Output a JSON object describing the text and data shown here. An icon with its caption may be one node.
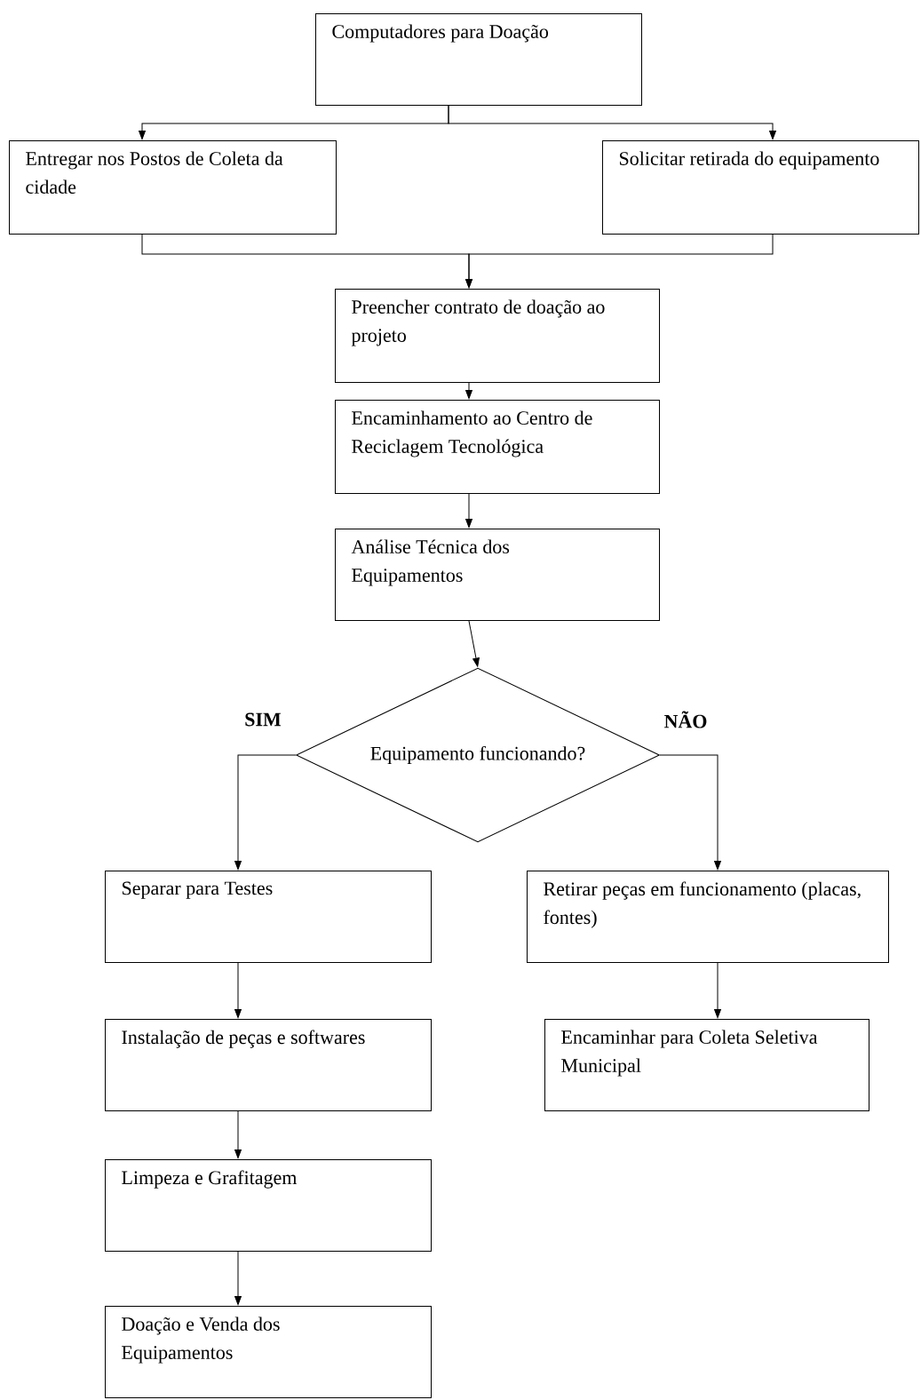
{
  "diagram": {
    "nodes": [
      {
        "text": [
          "Computadores para Doação"
        ]
      },
      {
        "text": [
          "Entregar nos Postos de Coleta da cidade"
        ]
      },
      {
        "text": [
          "Solicitar retirada do equipamento"
        ]
      },
      {
        "text": [
          "Preencher contrato de doação ao projeto"
        ]
      },
      {
        "text": [
          "Encaminhamento ao Centro de Reciclagem Tecnológica"
        ]
      },
      {
        "text": [
          "Análise Técnica dos Equipamentos"
        ]
      },
      {
        "text": [
          "Equipamento funcionando?"
        ]
      },
      {
        "text": [
          "Separar para Testes"
        ]
      },
      {
        "text": [
          "Retirar peças em funcionamento (placas, fontes)"
        ]
      },
      {
        "text": [
          "Instalação de peças e softwares"
        ]
      },
      {
        "text": [
          "Encaminhar para Coleta Seletiva Municipal"
        ]
      },
      {
        "text": [
          "Limpeza e Grafitagem"
        ]
      },
      {
        "text": [
          "Doação e Venda dos Equipamentos"
        ]
      }
    ],
    "edges": [
      {
        "from": 0,
        "to": 1,
        "arrow": "to"
      },
      {
        "from": 0,
        "to": 2,
        "arrow": "to"
      },
      {
        "from": 1,
        "to": 3,
        "arrow": "to"
      },
      {
        "from": 2,
        "to": 3,
        "arrow": "to"
      },
      {
        "from": 3,
        "to": 4,
        "arrow": "to"
      },
      {
        "from": 4,
        "to": 5,
        "arrow": "to"
      },
      {
        "from": 5,
        "to": 6,
        "arrow": "to"
      },
      {
        "from": 6,
        "to": 7,
        "arrow": "to",
        "label": "SIM"
      },
      {
        "from": 6,
        "to": 8,
        "arrow": "to",
        "label": "NÃO"
      },
      {
        "from": 7,
        "to": 9,
        "arrow": "to"
      },
      {
        "from": 9,
        "to": 11,
        "arrow": "to"
      },
      {
        "from": 11,
        "to": 12,
        "arrow": "to"
      },
      {
        "from": 8,
        "to": 10,
        "arrow": "to"
      }
    ]
  }
}
